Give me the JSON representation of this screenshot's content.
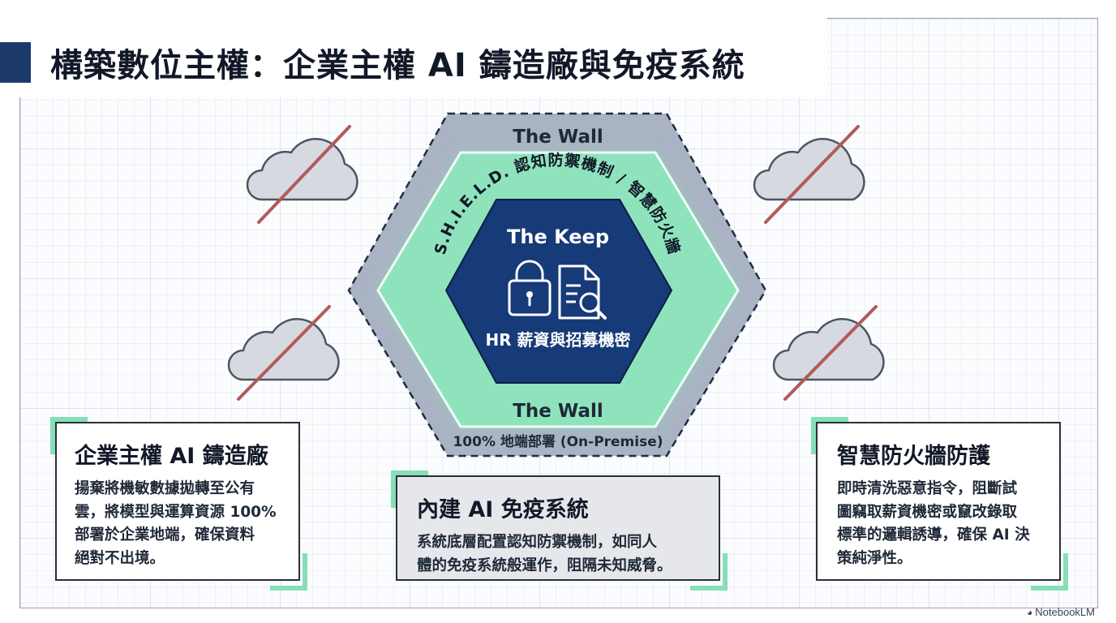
{
  "title": "構築數位主權：企業主權 AI 鑄造廠與免疫系統",
  "diagram": {
    "wall_top": "The Wall",
    "shield_label": "S.H.I.E.L.D. 認知防禦機制 / 智慧防火牆",
    "keep_title": "The Keep",
    "keep_label": "HR 薪資與招募機密",
    "wall_bottom": "The Wall",
    "deployment": "100% 地端部署 (On-Premise)"
  },
  "icons": [
    "cloud-icon",
    "lock-icon",
    "document-search-icon"
  ],
  "cards": {
    "left": {
      "title": "企業主權 AI 鑄造廠",
      "lines": [
        "揚棄將機敏數據拋轉至公有",
        "雲，將模型與運算資源 100%",
        "部署於企業地端，確保資料",
        "絕對不出境。"
      ]
    },
    "center": {
      "title": "內建 AI 免疫系統",
      "lines": [
        "系統底層配置認知防禦機制，如同人",
        "體的免疫系統般運作，阻隔未知威脅。"
      ]
    },
    "right": {
      "title": "智慧防火牆防護",
      "lines": [
        "即時清洗惡意指令，阻斷試",
        "圖竊取薪資機密或竄改錄取",
        "標準的邏輯誘導，確保 AI 決",
        "策純淨性。"
      ]
    }
  },
  "brand": "NotebookLM",
  "colors": {
    "navy": "#1b3a6b",
    "keep_fill": "#173a78",
    "shield_green": "#86dfb6",
    "wall_grey": "#aab3c3",
    "strike_red": "#b25a5a",
    "cloud_fill": "#d6dae0"
  }
}
